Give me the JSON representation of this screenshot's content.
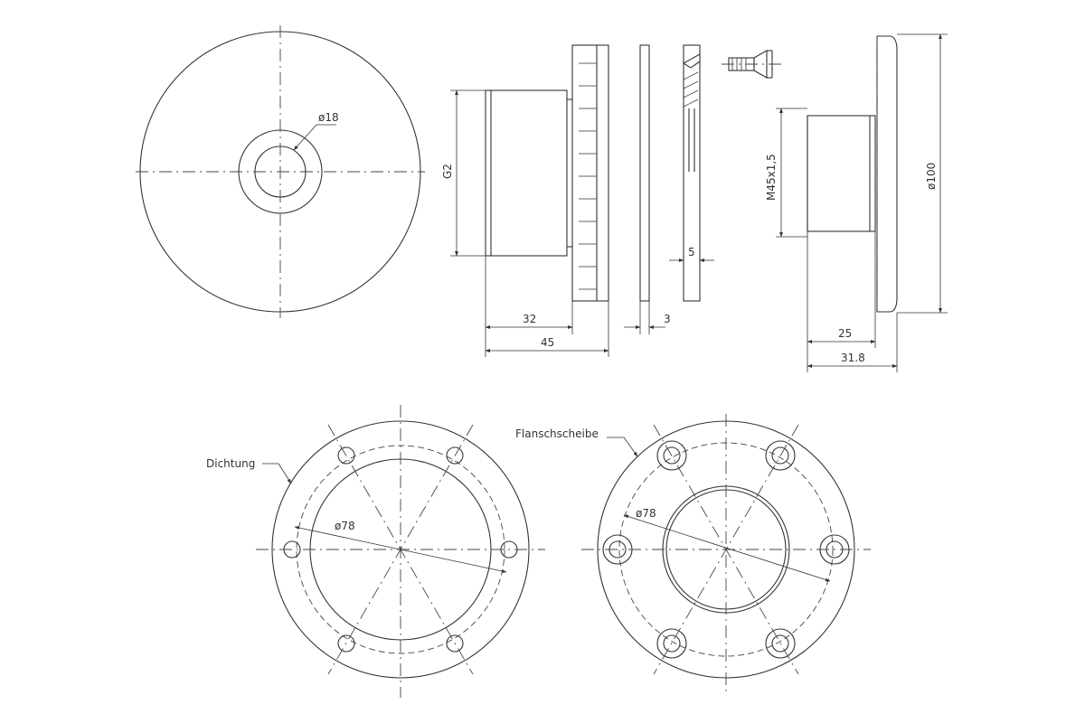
{
  "labels": {
    "d18": "ø18",
    "g2": "G2",
    "m45": "M45x1,5",
    "d100": "ø100",
    "dim32": "32",
    "dim45": "45",
    "dim3": "3",
    "dim5": "5",
    "dim25": "25",
    "dim318": "31.8",
    "d78_left": "ø78",
    "d78_right": "ø78",
    "dichtung": "Dichtung",
    "flanschscheibe": "Flanschscheibe"
  },
  "bolt_holes": {
    "dichtung_count": 6,
    "flanschscheibe_count": 6
  }
}
